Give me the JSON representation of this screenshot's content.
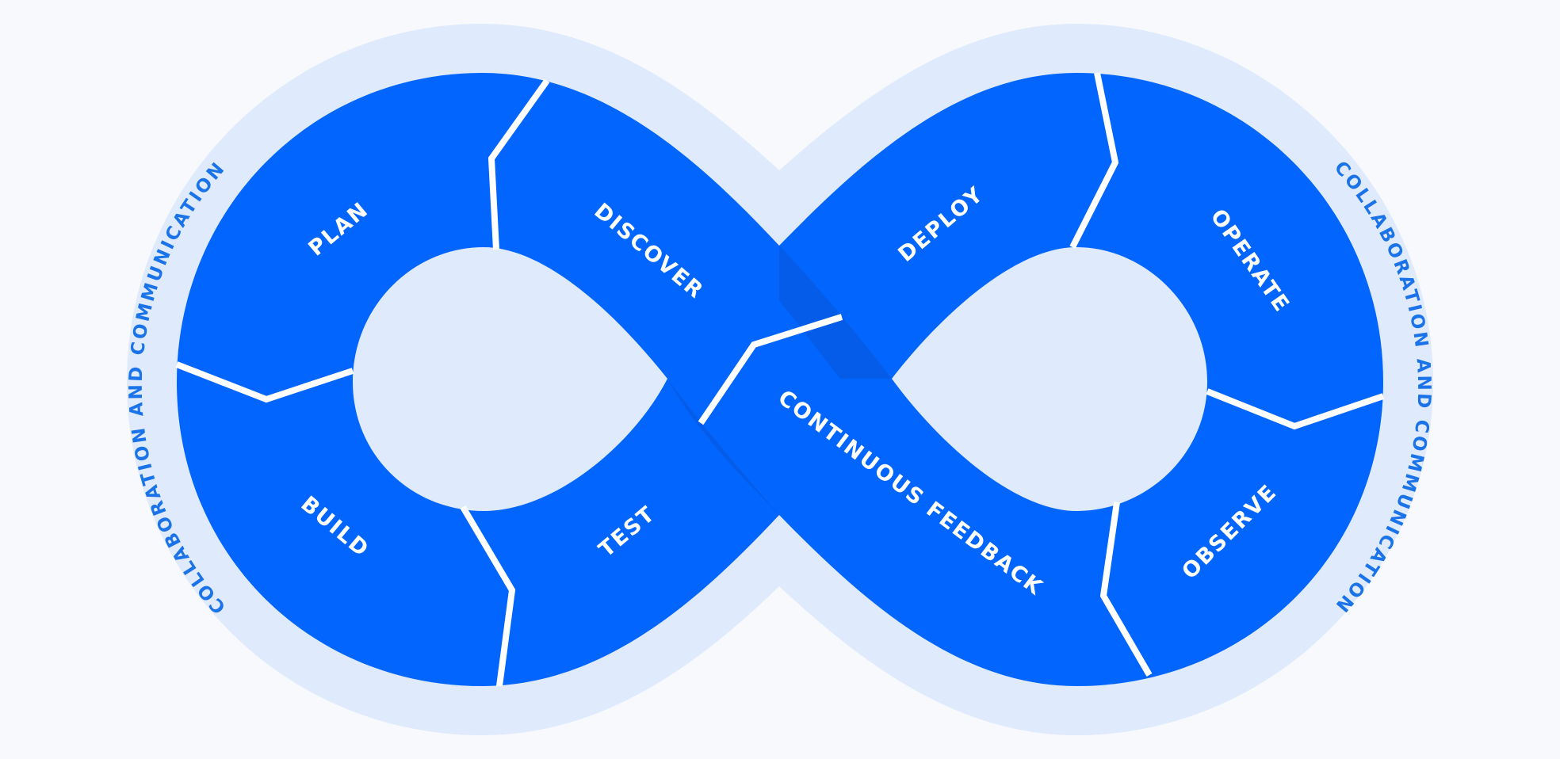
{
  "stages": {
    "plan": "PLAN",
    "discover": "DISCOVER",
    "build": "BUILD",
    "test": "TEST",
    "deploy": "DEPLOY",
    "operate": "OPERATE",
    "observe": "OBSERVE",
    "continuous_feedback": "CONTINUOUS FEEDBACK"
  },
  "ring": {
    "left": "COLLABORATION AND COMMUNICATION",
    "right": "COLLABORATION AND COMMUNICATION"
  },
  "colors": {
    "background": "#f7f9fc",
    "halo": "#dfeafc",
    "band": "#0165fe",
    "band_shadow": "#0a56d6",
    "divider": "#ffffff",
    "ring_text": "#1a73e8"
  }
}
